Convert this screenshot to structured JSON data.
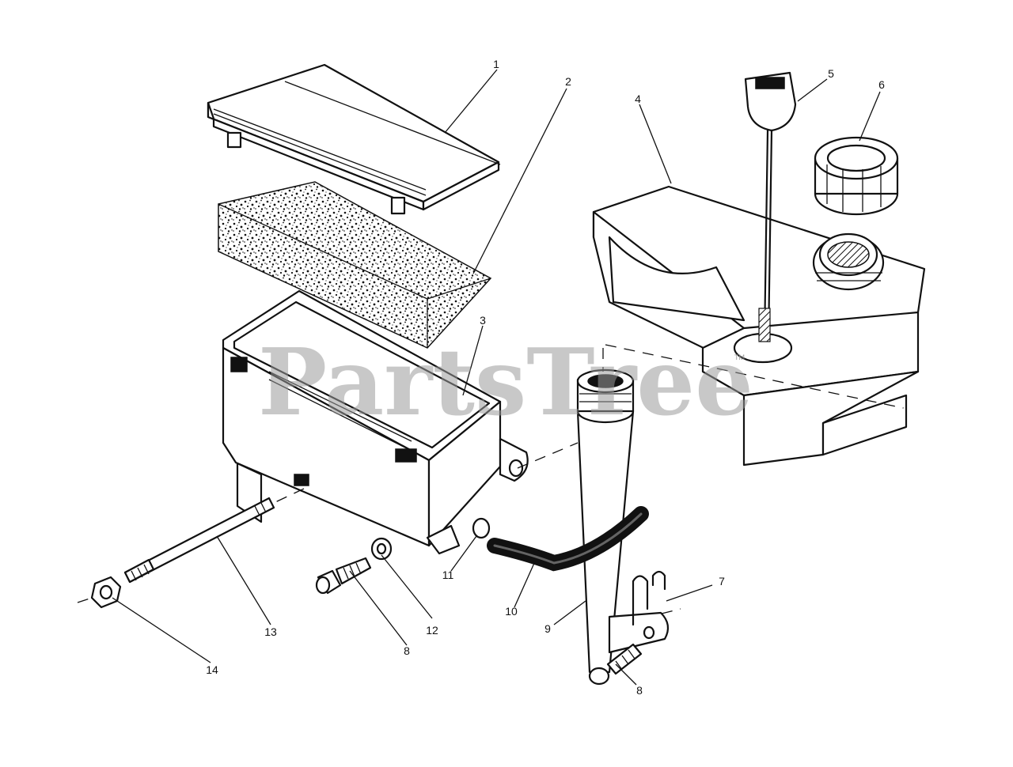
{
  "watermark": {
    "text": "PartsTree",
    "mark": "TM"
  },
  "callouts": [
    {
      "id": "c1",
      "label": "1",
      "part": "air-cleaner-cover"
    },
    {
      "id": "c2",
      "label": "2",
      "part": "foam-element"
    },
    {
      "id": "c3",
      "label": "3",
      "part": "air-cleaner-base"
    },
    {
      "id": "c4",
      "label": "4",
      "part": "fuel-tank"
    },
    {
      "id": "c5",
      "label": "5",
      "part": "dipstick"
    },
    {
      "id": "c6",
      "label": "6",
      "part": "fuel-cap"
    },
    {
      "id": "c7",
      "label": "7",
      "part": "clip"
    },
    {
      "id": "c8a",
      "label": "8",
      "part": "screw"
    },
    {
      "id": "c8b",
      "label": "8",
      "part": "screw"
    },
    {
      "id": "c9",
      "label": "9",
      "part": "oil-fill-tube"
    },
    {
      "id": "c10",
      "label": "10",
      "part": "breather-hose"
    },
    {
      "id": "c11",
      "label": "11",
      "part": "o-ring"
    },
    {
      "id": "c12",
      "label": "12",
      "part": "washer"
    },
    {
      "id": "c13",
      "label": "13",
      "part": "stud"
    },
    {
      "id": "c14",
      "label": "14",
      "part": "nut"
    }
  ]
}
